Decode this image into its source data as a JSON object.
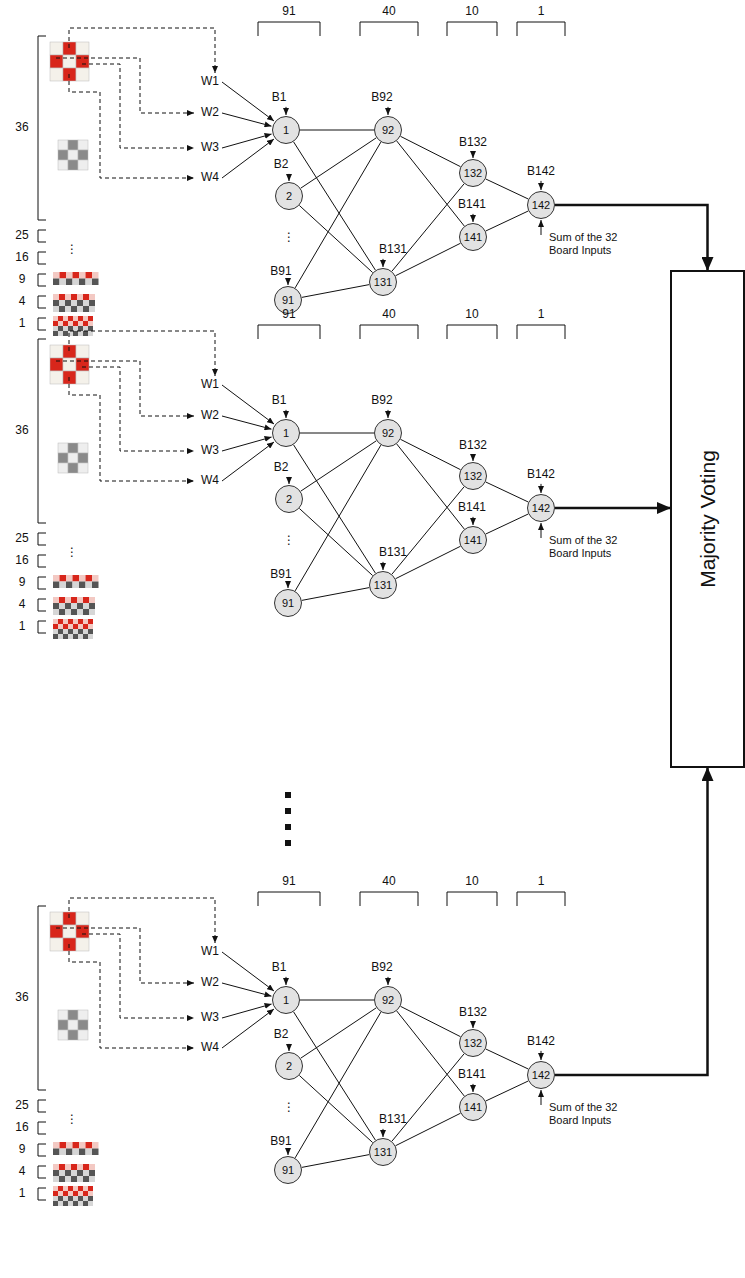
{
  "diagram": {
    "nodes": [
      {
        "text": [
          "1"
        ]
      },
      {
        "text": [
          "2"
        ]
      },
      {
        "text": [
          "91"
        ]
      },
      {
        "text": [
          "92"
        ]
      },
      {
        "text": [
          "131"
        ]
      },
      {
        "text": [
          "132"
        ]
      },
      {
        "text": [
          "141"
        ]
      },
      {
        "text": [
          "142"
        ]
      },
      {
        "text": [
          "1"
        ]
      },
      {
        "text": [
          "2"
        ]
      },
      {
        "text": [
          "91"
        ]
      },
      {
        "text": [
          "92"
        ]
      },
      {
        "text": [
          "131"
        ]
      },
      {
        "text": [
          "132"
        ]
      },
      {
        "text": [
          "141"
        ]
      },
      {
        "text": [
          "142"
        ]
      },
      {
        "text": [
          "1"
        ]
      },
      {
        "text": [
          "2"
        ]
      },
      {
        "text": [
          "91"
        ]
      },
      {
        "text": [
          "92"
        ]
      },
      {
        "text": [
          "131"
        ]
      },
      {
        "text": [
          "132"
        ]
      },
      {
        "text": [
          "141"
        ]
      },
      {
        "text": [
          "142"
        ]
      },
      {
        "text": [
          "Majority Voting"
        ]
      }
    ],
    "edges": [
      {
        "from": 0,
        "to": 3,
        "arrow": "none"
      },
      {
        "from": 0,
        "to": 4,
        "arrow": "none"
      },
      {
        "from": 1,
        "to": 3,
        "arrow": "none"
      },
      {
        "from": 1,
        "to": 4,
        "arrow": "none"
      },
      {
        "from": 2,
        "to": 3,
        "arrow": "none"
      },
      {
        "from": 2,
        "to": 4,
        "arrow": "none"
      },
      {
        "from": 3,
        "to": 5,
        "arrow": "none"
      },
      {
        "from": 3,
        "to": 6,
        "arrow": "none"
      },
      {
        "from": 4,
        "to": 5,
        "arrow": "none"
      },
      {
        "from": 4,
        "to": 6,
        "arrow": "none"
      },
      {
        "from": 5,
        "to": 7,
        "arrow": "none"
      },
      {
        "from": 6,
        "to": 7,
        "arrow": "none"
      },
      {
        "from": 7,
        "to": 24,
        "arrow": "to"
      },
      {
        "from": 8,
        "to": 11,
        "arrow": "none"
      },
      {
        "from": 8,
        "to": 12,
        "arrow": "none"
      },
      {
        "from": 9,
        "to": 11,
        "arrow": "none"
      },
      {
        "from": 9,
        "to": 12,
        "arrow": "none"
      },
      {
        "from": 10,
        "to": 11,
        "arrow": "none"
      },
      {
        "from": 10,
        "to": 12,
        "arrow": "none"
      },
      {
        "from": 11,
        "to": 13,
        "arrow": "none"
      },
      {
        "from": 11,
        "to": 14,
        "arrow": "none"
      },
      {
        "from": 12,
        "to": 13,
        "arrow": "none"
      },
      {
        "from": 12,
        "to": 14,
        "arrow": "none"
      },
      {
        "from": 13,
        "to": 15,
        "arrow": "none"
      },
      {
        "from": 14,
        "to": 15,
        "arrow": "none"
      },
      {
        "from": 15,
        "to": 24,
        "arrow": "to"
      },
      {
        "from": 16,
        "to": 19,
        "arrow": "none"
      },
      {
        "from": 16,
        "to": 20,
        "arrow": "none"
      },
      {
        "from": 17,
        "to": 19,
        "arrow": "none"
      },
      {
        "from": 17,
        "to": 20,
        "arrow": "none"
      },
      {
        "from": 18,
        "to": 19,
        "arrow": "none"
      },
      {
        "from": 18,
        "to": 20,
        "arrow": "none"
      },
      {
        "from": 19,
        "to": 21,
        "arrow": "none"
      },
      {
        "from": 19,
        "to": 22,
        "arrow": "none"
      },
      {
        "from": 20,
        "to": 21,
        "arrow": "none"
      },
      {
        "from": 20,
        "to": 22,
        "arrow": "none"
      },
      {
        "from": 21,
        "to": 23,
        "arrow": "none"
      },
      {
        "from": 22,
        "to": 23,
        "arrow": "none"
      },
      {
        "from": 23,
        "to": 24,
        "arrow": "to"
      }
    ],
    "labels": [
      "91",
      "40",
      "10",
      "1",
      "36",
      "25",
      "16",
      "9",
      "4",
      "1",
      "W1",
      "W2",
      "W3",
      "W4",
      "B1",
      "B2",
      "⋮",
      "B91",
      "B92",
      "B131",
      "B132",
      "B141",
      "B142",
      "Sum of the 32 Board Inputs",
      "⋮",
      "91",
      "40",
      "10",
      "1",
      "36",
      "25",
      "16",
      "9",
      "4",
      "1",
      "W1",
      "W2",
      "W3",
      "W4",
      "B1",
      "B2",
      "⋮",
      "B91",
      "B92",
      "B131",
      "B132",
      "B141",
      "B142",
      "Sum of the 32 Board Inputs",
      "⋮",
      "91",
      "40",
      "10",
      "1",
      "36",
      "25",
      "16",
      "9",
      "4",
      "1",
      "W1",
      "W2",
      "W3",
      "W4",
      "B1",
      "B2",
      "⋮",
      "B91",
      "B92",
      "B131",
      "B132",
      "B141",
      "B142",
      "Sum of the 32 Board Inputs",
      "⋮"
    ]
  }
}
